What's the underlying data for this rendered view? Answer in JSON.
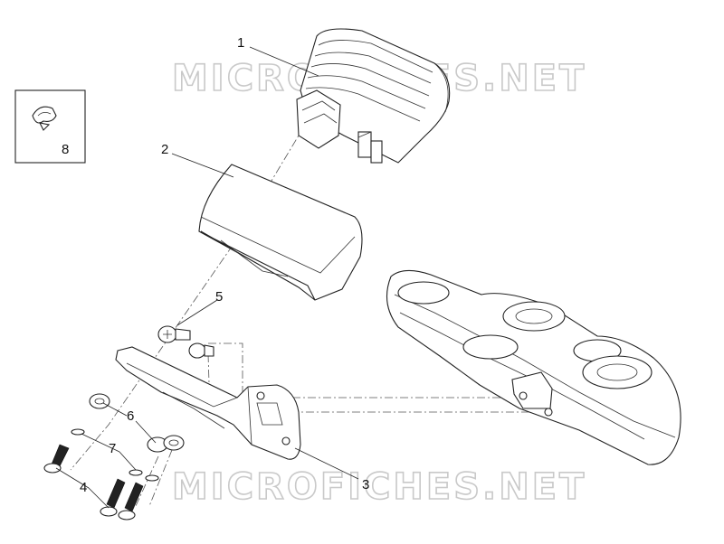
{
  "watermark": {
    "text": "MICROFICHES.NET"
  },
  "callouts": [
    {
      "id": "1",
      "text": "1"
    },
    {
      "id": "2",
      "text": "2"
    },
    {
      "id": "3",
      "text": "3"
    },
    {
      "id": "4",
      "text": "4"
    },
    {
      "id": "5",
      "text": "5"
    },
    {
      "id": "6",
      "text": "6"
    },
    {
      "id": "7",
      "text": "7"
    },
    {
      "id": "8",
      "text": "8"
    }
  ]
}
